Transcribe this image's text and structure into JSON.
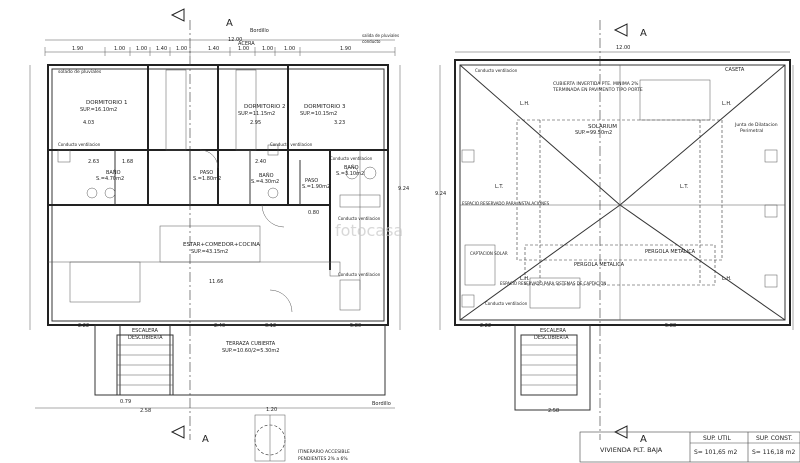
{
  "markers": {
    "section": "A"
  },
  "ground_floor": {
    "street_top": "Bordillo",
    "sidewalk": "ACERA",
    "street_bottom": "Bordillo",
    "rainwater_note": "salida de pluviales",
    "rainwater_note2": "conducto",
    "dims": {
      "total": "12.00",
      "top": [
        "1.90",
        "1.00",
        "1.00",
        "1.40",
        "1.00",
        "1.40",
        "1.00",
        "1.00",
        "1.00",
        "1.90"
      ],
      "inner": [
        "4.03",
        "2.95",
        "3.23",
        "2.63",
        "1.68",
        "2.40",
        "11.66",
        "0.80"
      ],
      "bottom": [
        "2.22",
        "2.40",
        "0.12",
        "5.80",
        "0.79",
        "2.58"
      ],
      "side": [
        "9.24"
      ]
    },
    "rooms": {
      "dorm1": {
        "name": "DORMITORIO 1",
        "area": "SUP.=16.10m2"
      },
      "dorm2": {
        "name": "DORMITORIO 2",
        "area": "SUP.=11.15m2"
      },
      "dorm3": {
        "name": "DORMITORIO 3",
        "area": "SUP.=10.15m2"
      },
      "bano1": {
        "name": "BAÑO",
        "area": "S.=4.70m2"
      },
      "paso1": {
        "name": "PASO",
        "area": "S.=1.80m2"
      },
      "bano2": {
        "name": "BAÑO",
        "area": "S.=4.30m2"
      },
      "paso2": {
        "name": "PASO",
        "area": "S.=1.90m2"
      },
      "bano3": {
        "name": "BAÑO",
        "area": "S.=3.10m2"
      },
      "estar": {
        "name": "ESTAR+COMEDOR+COCINA",
        "area": "SUP.=43.15m2"
      },
      "terraza": {
        "name": "TERRAZA CUBIERTA",
        "area": "SUP.=10.60/2=5.30m2"
      },
      "escalera": {
        "name1": "ESCALERA",
        "name2": "DESCUBIERTA"
      }
    },
    "notes": {
      "solado": "solado de pluviales",
      "conducto": "Conducto ventilacion"
    },
    "ramp": {
      "width": "1.20",
      "label": "ITINERARIO ACCESIBLE",
      "slope": "PENDIENTES 2% a 6%"
    }
  },
  "roof": {
    "dims": {
      "total": "12.00",
      "bottom": [
        "2.22",
        "5.88"
      ],
      "side": "9.24"
    },
    "caseta": "CASETA",
    "cubierta": [
      "CUBIERTA INVERTIDA PTE. MINIMA 2%",
      "TERMINADA EN PAVIMENTO TIPO PORTE"
    ],
    "solarium": {
      "name": "SOLARIUM",
      "area": "SUP.=99.50m2"
    },
    "pergola": "PERGOLA METALICA",
    "junta": [
      "Junta de Dilatacion",
      "Perimetral"
    ],
    "captacion": "CAPTACION SOLAR",
    "espacio_instalaciones": "ESPACIO RESERVADO PARA INSTALACIONES",
    "espacio_captacion": "ESPACIO RESERVADO PARA SISTEMAS DE CAPTACION",
    "conducto": "Conducto ventilacion",
    "lh": "L.H.",
    "lt": "L.T."
  },
  "area_table": {
    "title": "VIVIENDA PLT. BAJA",
    "headers": [
      "SUP. UTIL",
      "SUP. CONST."
    ],
    "values": [
      "S= 101,65 m2",
      "S= 116,18 m2"
    ]
  },
  "watermark": "fotocasa",
  "colors": {
    "lines": "#222222",
    "background": "#ffffff",
    "watermark": "#c8c8c8"
  }
}
